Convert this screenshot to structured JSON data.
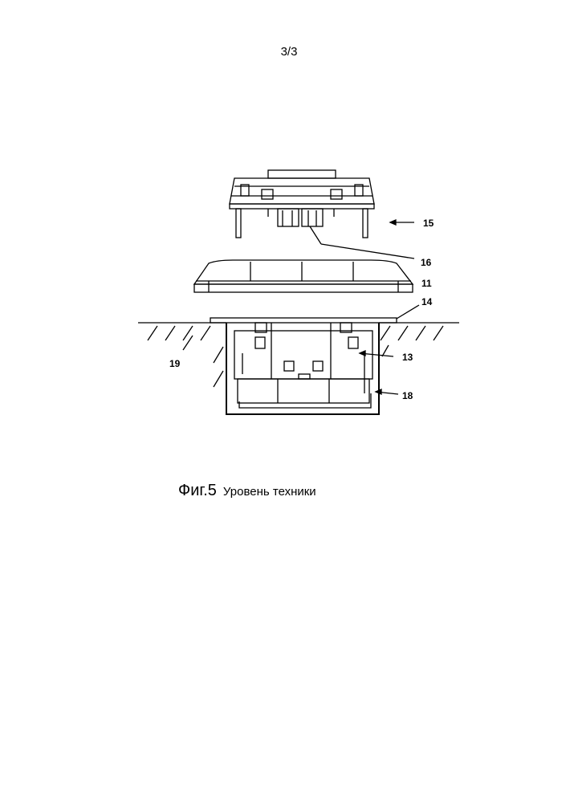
{
  "page": {
    "number": "3/3"
  },
  "figure": {
    "label": "Фиг.5",
    "caption": "Уровень техники",
    "refs": {
      "r15": "15",
      "r16": "16",
      "r11": "11",
      "r14": "14",
      "r13": "13",
      "r19": "19",
      "r18": "18"
    }
  }
}
